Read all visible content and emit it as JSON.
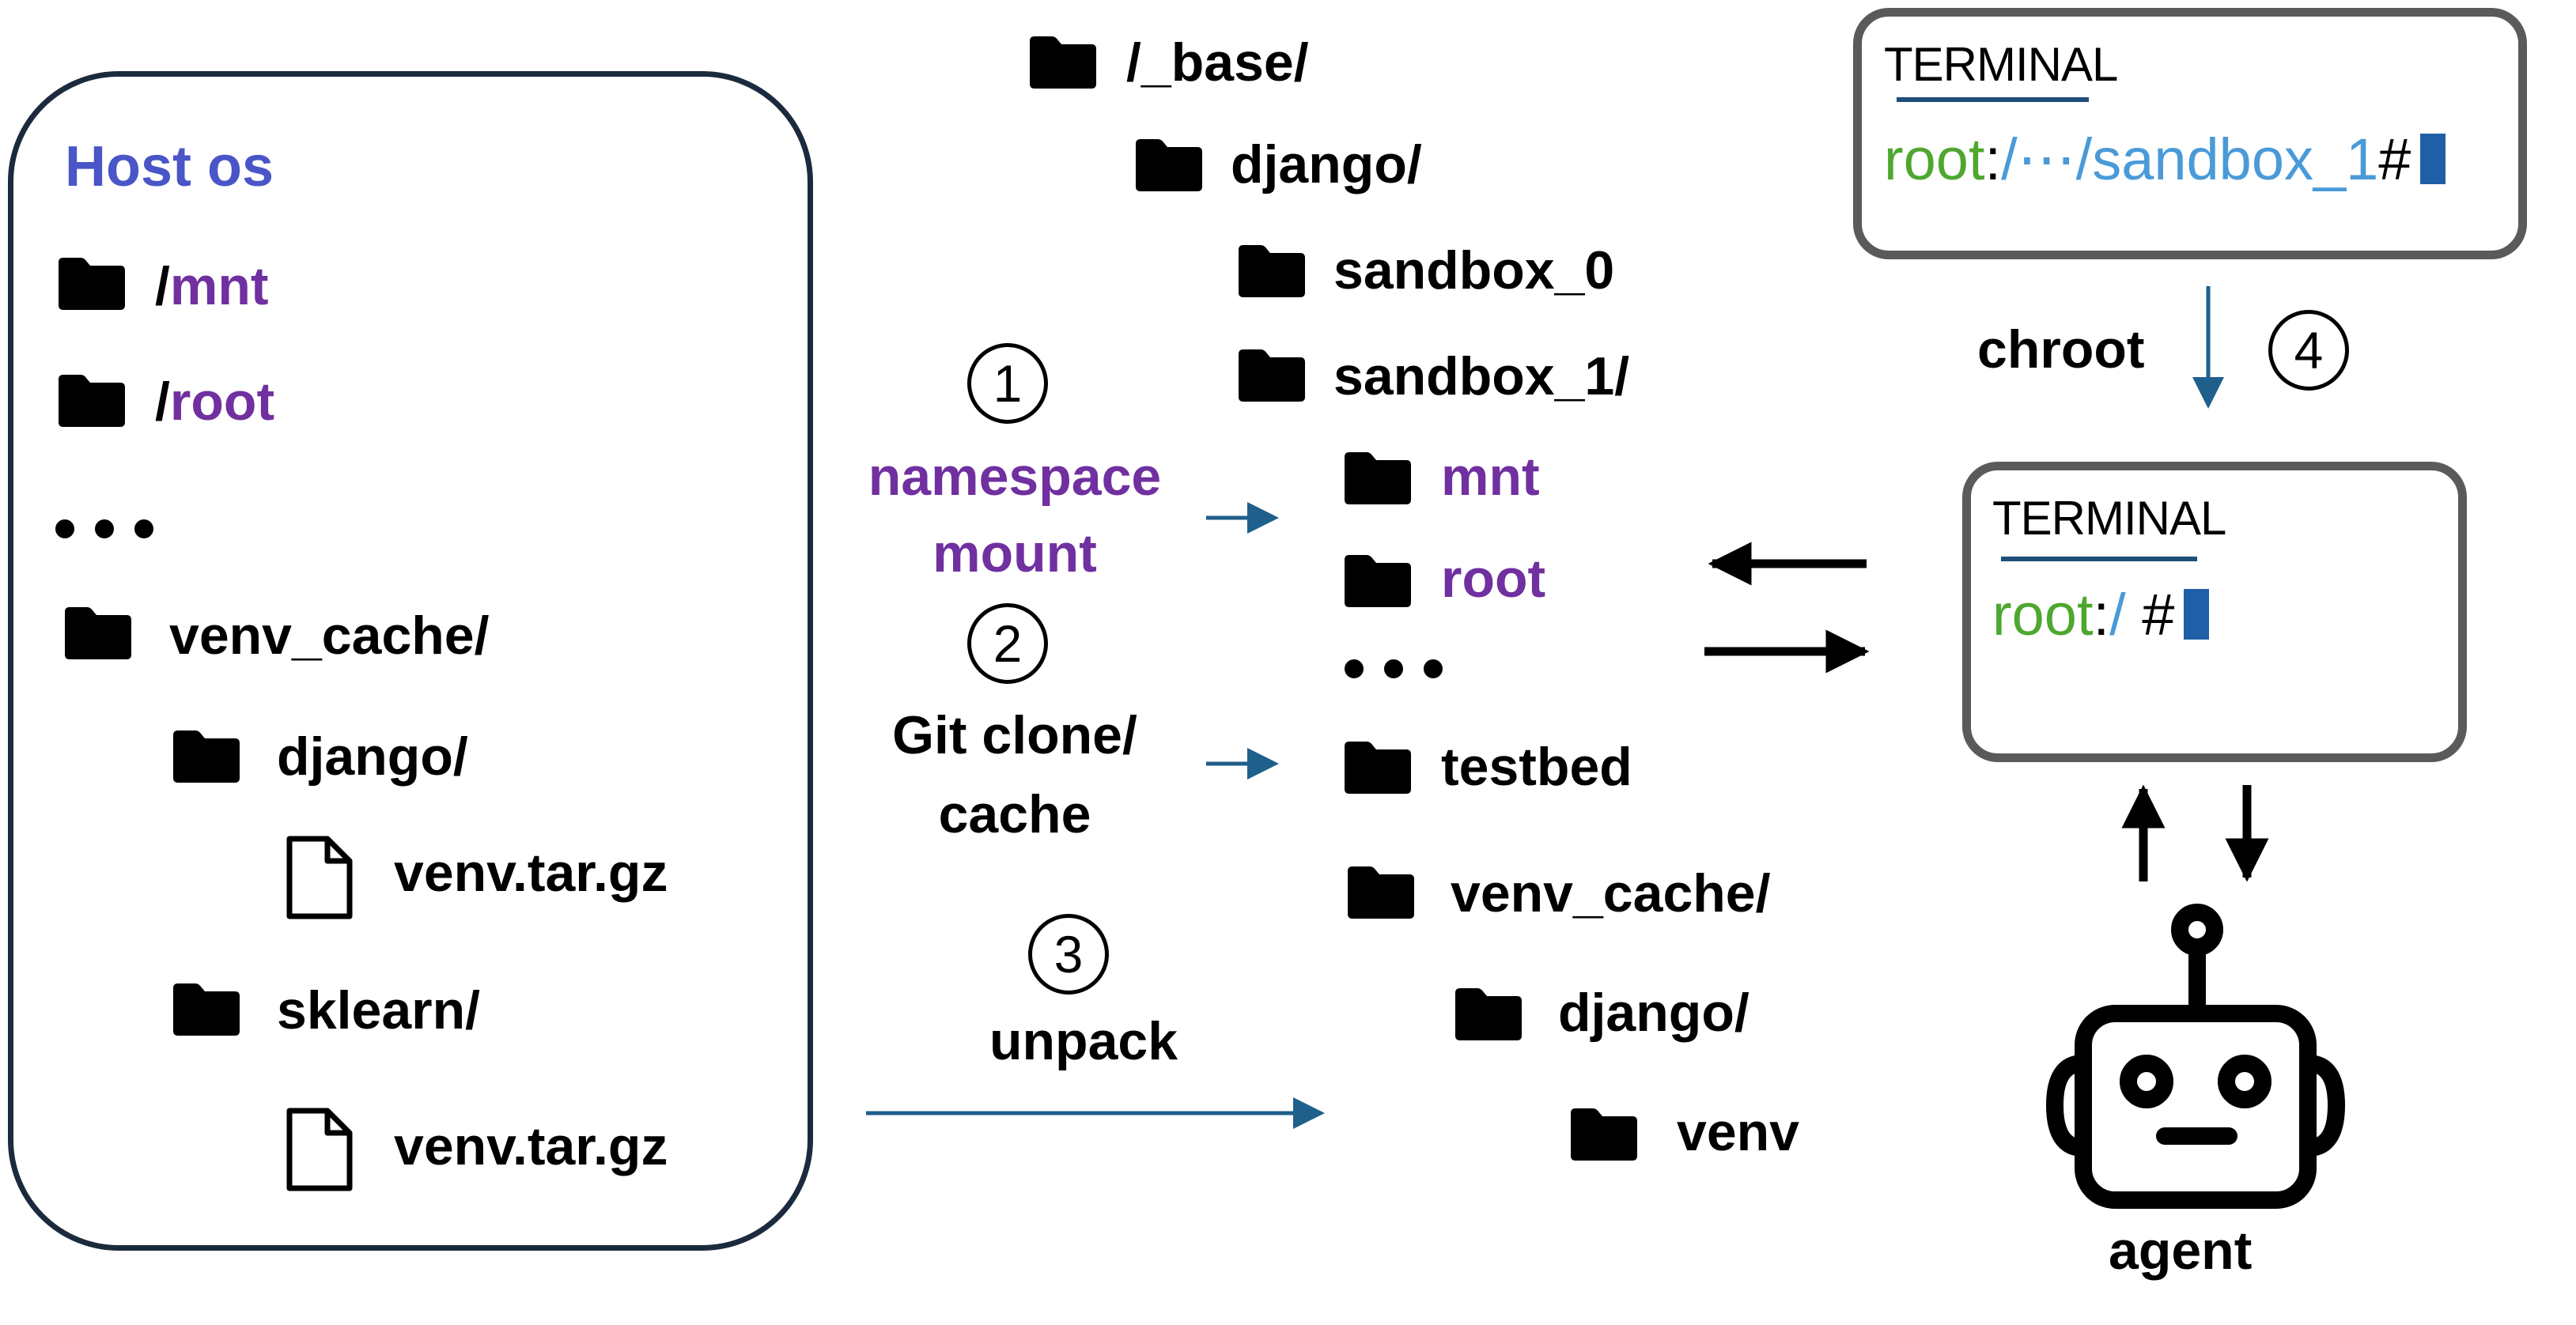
{
  "host": {
    "title": "Host os",
    "mnt_slash": "/",
    "mnt": "mnt",
    "root_slash": "/",
    "root": "root",
    "venv_cache": "venv_cache/",
    "django": "django/",
    "django_file": "venv.tar.gz",
    "sklearn": "sklearn/",
    "sklearn_file": "venv.tar.gz"
  },
  "tree": {
    "base": "/_base/",
    "django": "django/",
    "sandbox0": "sandbox_0",
    "sandbox1": "sandbox_1/",
    "mnt": "mnt",
    "root": "root",
    "testbed": "testbed",
    "venv_cache": "venv_cache/",
    "venv_django": "django/",
    "venv": "venv"
  },
  "steps": {
    "one": {
      "num": "1",
      "line1": "namespace",
      "line2": "mount"
    },
    "two": {
      "num": "2",
      "line1": "Git clone/",
      "line2": "cache"
    },
    "three": {
      "num": "3",
      "line1": "unpack"
    },
    "four": {
      "num": "4",
      "label": "chroot"
    }
  },
  "terminal_top": {
    "title": "TERMINAL",
    "user": "root",
    "colon": ":",
    "path": "/⋯/sandbox_1",
    "hash": "#"
  },
  "terminal_bottom": {
    "title": "TERMINAL",
    "user": "root",
    "colon": ":",
    "path": "/",
    "hash": " #"
  },
  "agent": {
    "label": "agent"
  },
  "colors": {
    "purple": "#7030a0",
    "arrow_blue": "#1f5f8b",
    "green": "#4ea72e",
    "light_blue": "#4a9ad8"
  }
}
